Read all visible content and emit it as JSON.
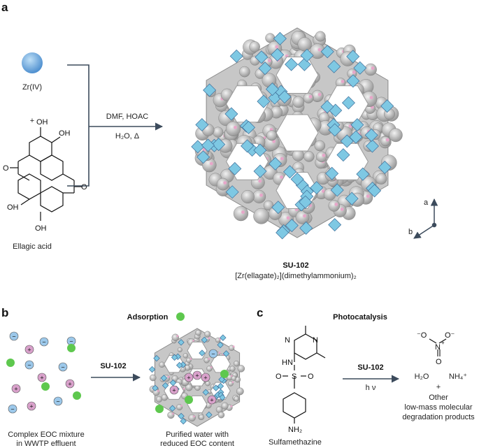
{
  "panels": {
    "a": {
      "label": "a",
      "zr_label": "Zr(IV)",
      "plus": "+",
      "ellagic_acid": "Ellagic acid",
      "conditions_line1": "DMF, HOAC",
      "conditions_line2": "H₂O, Δ",
      "product_name": "SU-102",
      "product_formula": "[Zr(ellagate)₂](dimethylammonium)₂",
      "axis_a": "a",
      "axis_b": "b",
      "atoms": {
        "oh": "OH",
        "o": "O"
      }
    },
    "b": {
      "label": "b",
      "title": "Adsorption",
      "reagent": "SU-102",
      "left_caption_1": "Complex EOC mixture",
      "left_caption_2": "in WWTP effluent",
      "right_caption_1": "Purified water with",
      "right_caption_2": "reduced EOC content",
      "minus": "−",
      "plus": "+"
    },
    "c": {
      "label": "c",
      "title": "Photocatalysis",
      "reagent": "SU-102",
      "conditions": "h ν",
      "substrate": "Sulfamethazine",
      "products_water": "H₂O",
      "products_ammonium": "NH₄⁺",
      "products_plus": "+",
      "products_other_1": "Other",
      "products_other_2": "low-mass molecular",
      "products_other_3": "degradation products",
      "atoms": {
        "n": "N",
        "hn": "HN",
        "s": "S",
        "o": "O",
        "nh2": "NH₂",
        "nitrate_n": "N",
        "nitrate_o_top_left": "⁻O",
        "nitrate_o_top_right": "O⁻",
        "nitrate_o_bottom": "O",
        "nitrate_plus": "+"
      }
    }
  },
  "colors": {
    "zr_sphere": "#5b9bd5",
    "polyhedra": "#7ec8e3",
    "framework_gray": "#9a9a9a",
    "hydrogen_pink": "#e7a6c9",
    "arrow": "#3c4b5c",
    "minus_ion": "#9cc8ea",
    "plus_ion": "#d9a1cb",
    "neutral_ion": "#5ec84e"
  }
}
